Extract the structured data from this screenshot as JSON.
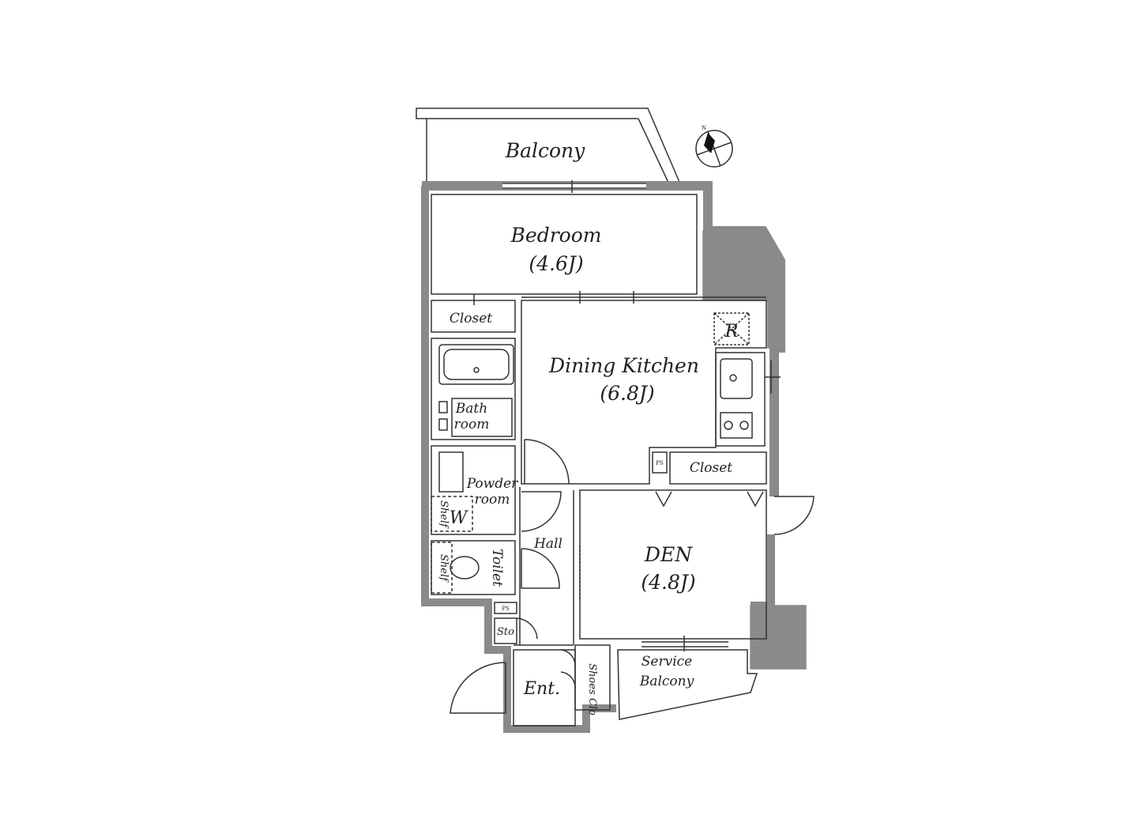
{
  "colors": {
    "wall": "#8a8a8a",
    "line": "#333333",
    "background": "#ffffff"
  },
  "compass_letter": "N",
  "rooms": {
    "balcony": "Balcony",
    "bedroom": "Bedroom",
    "bedroom_size": "(4.6J)",
    "closet_left": "Closet",
    "dining_kitchen": "Dining Kitchen",
    "dining_kitchen_size": "(6.8J)",
    "refrigerator": "R",
    "bathroom_line1": "Bath",
    "bathroom_line2": "room",
    "powder_line1": "Powder",
    "powder_line2": "room",
    "washer": "W",
    "shelf_powder": "Shelf",
    "shelf_toilet": "Shelf",
    "toilet": "Toilet",
    "hall": "Hall",
    "den": "DEN",
    "den_size": "(4.8J)",
    "closet_right": "Closet",
    "ps_kitchen": "PS",
    "ps_toilet": "PS",
    "storage": "Sto",
    "entrance": "Ent.",
    "shoes_closet": "Shoes Clo",
    "service_balcony_line1": "Service",
    "service_balcony_line2": "Balcony"
  }
}
